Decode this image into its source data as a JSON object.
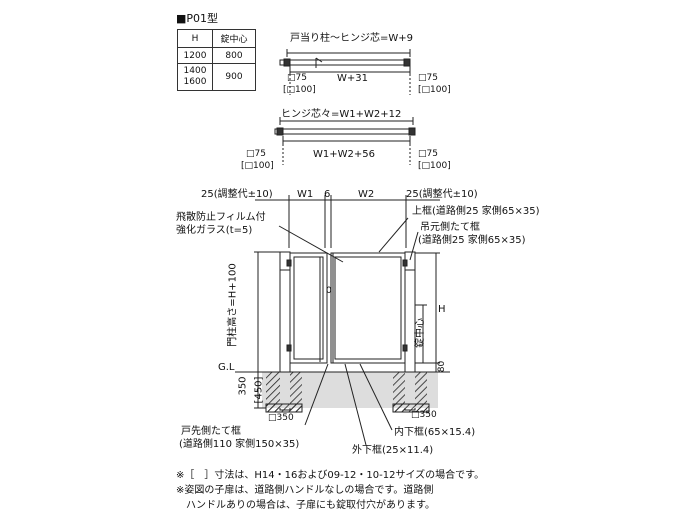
{
  "title": "■P01型",
  "table": {
    "headers": [
      "H",
      "錠中心"
    ],
    "rows": [
      [
        "1200",
        "800"
      ],
      [
        "1400\n1600",
        "900"
      ]
    ]
  },
  "top_diagram": {
    "label": "戸当り柱〜ヒンジ芯=W+9",
    "inner": "W+31",
    "left_post": "□75",
    "left_post_alt": "[□100]",
    "right_post": "□75",
    "right_post_alt": "[□100]"
  },
  "mid_diagram": {
    "label": "ヒンジ芯々=W1+W2+12",
    "inner": "W1+W2+56",
    "left_post": "□75",
    "left_post_alt": "[□100]",
    "right_post": "□75",
    "right_post_alt": "[□100]"
  },
  "front": {
    "adj_left": "25(調整代±10)",
    "w1": "W1",
    "gap": "6",
    "w2": "W2",
    "adj_right": "25(調整代±10)",
    "glass_line1": "飛散防止フィルム付",
    "glass_line2": "強化ガラス(t=5)",
    "upper_frame_line1": "上框(道路側25 家側65×35)",
    "hinge_frame_line1": "吊元側たて框",
    "hinge_frame_line2": "(道路側25 家側65×35)",
    "post_height": "門柱高さ=H+100",
    "height": "H",
    "lock_center": "錠中心",
    "ground_gap": "80",
    "gl": "G.L",
    "depth": "350",
    "depth_alt": "[450]",
    "footing_left": "□350",
    "footing_right": "□350",
    "door_mark": "0",
    "tip_frame_line1": "戸先側たて框",
    "tip_frame_line2": "(道路側110 家側150×35)",
    "inner_lower": "内下框(65×15.4)",
    "outer_lower": "外下框(25×11.4)"
  },
  "notes": [
    "※［　］寸法は、H14・16および09-12・10-12サイズの場合です。",
    "※姿図の子扉は、道路側ハンドルなしの場合です。道路側",
    "　ハンドルありの場合は、子扉にも錠取付穴があります。"
  ]
}
